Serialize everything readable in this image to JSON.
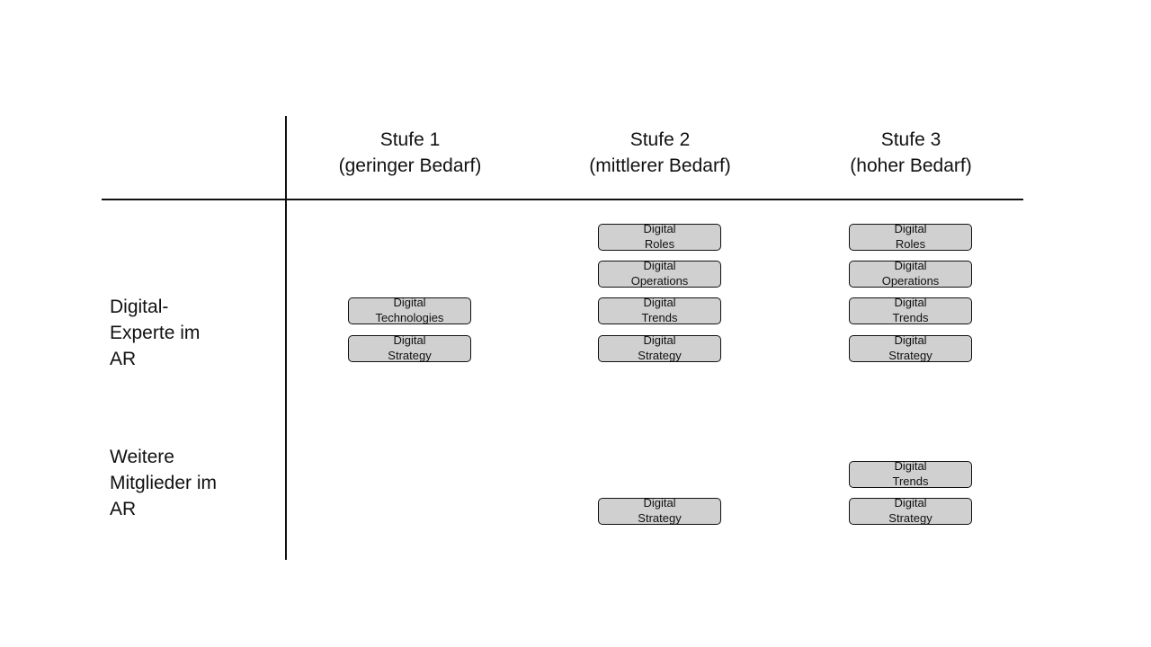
{
  "columns": [
    {
      "line1": "Stufe 1",
      "line2": "(geringer Bedarf)"
    },
    {
      "line1": "Stufe 2",
      "line2": "(mittlerer Bedarf)"
    },
    {
      "line1": "Stufe 3",
      "line2": "(hoher Bedarf)"
    }
  ],
  "rows": [
    {
      "lines": [
        "Digital-",
        "Experte im",
        "AR"
      ]
    },
    {
      "lines": [
        "Weitere",
        "Mitglieder im",
        "AR"
      ]
    }
  ],
  "cells": {
    "r1c1": [
      {
        "line1": "Digital",
        "line2": "Technologies"
      },
      {
        "line1": "Digital",
        "line2": "Strategy"
      }
    ],
    "r1c2": [
      {
        "line1": "Digital",
        "line2": "Roles"
      },
      {
        "line1": "Digital",
        "line2": "Operations"
      },
      {
        "line1": "Digital",
        "line2": "Trends"
      },
      {
        "line1": "Digital",
        "line2": "Strategy"
      }
    ],
    "r1c3": [
      {
        "line1": "Digital",
        "line2": "Roles"
      },
      {
        "line1": "Digital",
        "line2": "Operations"
      },
      {
        "line1": "Digital",
        "line2": "Trends"
      },
      {
        "line1": "Digital",
        "line2": "Strategy"
      }
    ],
    "r2c2": [
      {
        "line1": "Digital",
        "line2": "Strategy"
      }
    ],
    "r2c3": [
      {
        "line1": "Digital",
        "line2": "Trends"
      },
      {
        "line1": "Digital",
        "line2": "Strategy"
      }
    ]
  }
}
